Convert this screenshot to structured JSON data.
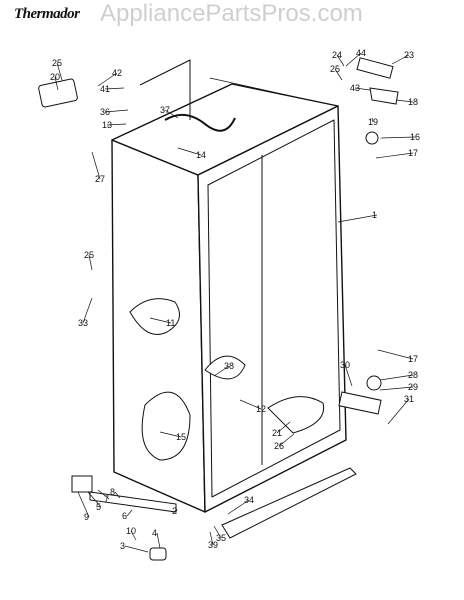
{
  "header": {
    "brand": "Thermador",
    "watermark": "AppliancePartsPros.com"
  },
  "footnotes": {
    "side": "",
    "bottom": ""
  },
  "callouts": [
    "25",
    "20",
    "42",
    "41",
    "36",
    "13",
    "37",
    "14",
    "27",
    "24",
    "44",
    "25",
    "43",
    "23",
    "18",
    "19",
    "16",
    "17",
    "1",
    "25",
    "33",
    "11",
    "38",
    "12",
    "15",
    "21",
    "26",
    "17",
    "30",
    "28",
    "29",
    "31",
    "9",
    "5",
    "7",
    "8",
    "6",
    "10",
    "4",
    "3",
    "2",
    "39",
    "35",
    "34"
  ],
  "colors": {
    "ink": "#111111",
    "watermark": "#cfcfcf",
    "background": "#ffffff"
  }
}
